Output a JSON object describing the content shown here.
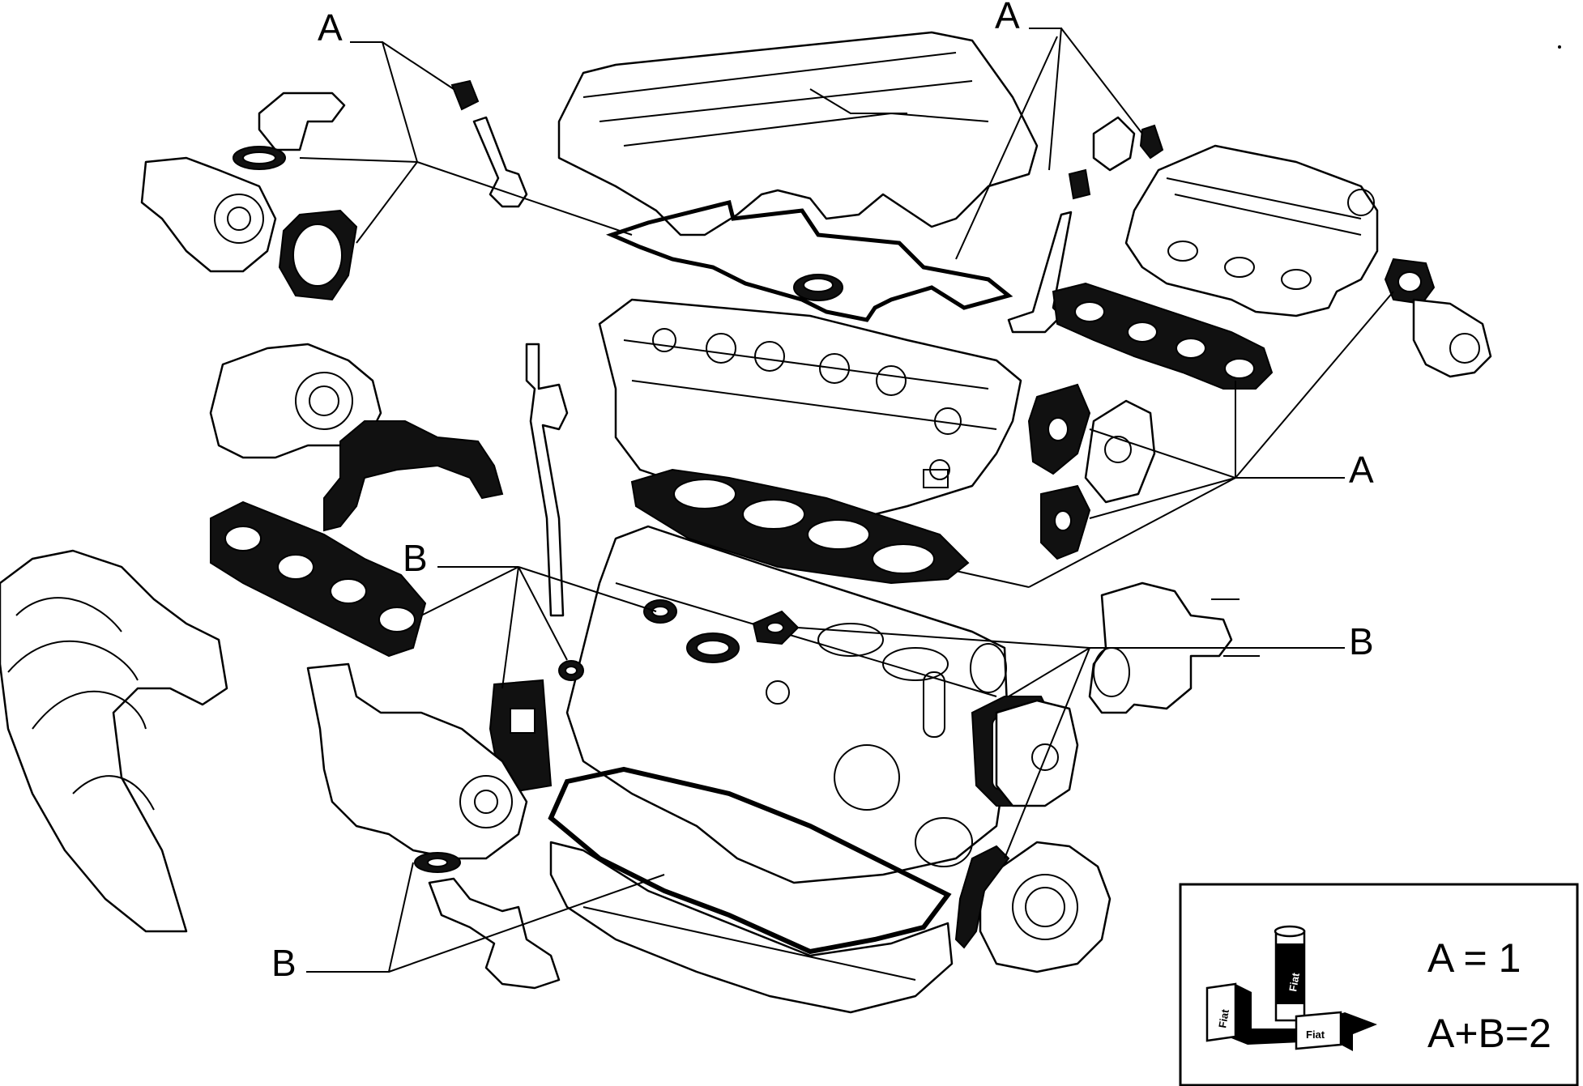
{
  "callouts": {
    "a_top_left": "A",
    "a_top_right": "A",
    "a_right": "A",
    "b_left": "B",
    "b_right": "B",
    "b_bottom": "B"
  },
  "legend": {
    "line_1": "A = 1",
    "line_2": "A+B=2",
    "can_logo_text": "Fiat",
    "box_logo_text": "Fiat",
    "small_box_text": "Fiat"
  }
}
